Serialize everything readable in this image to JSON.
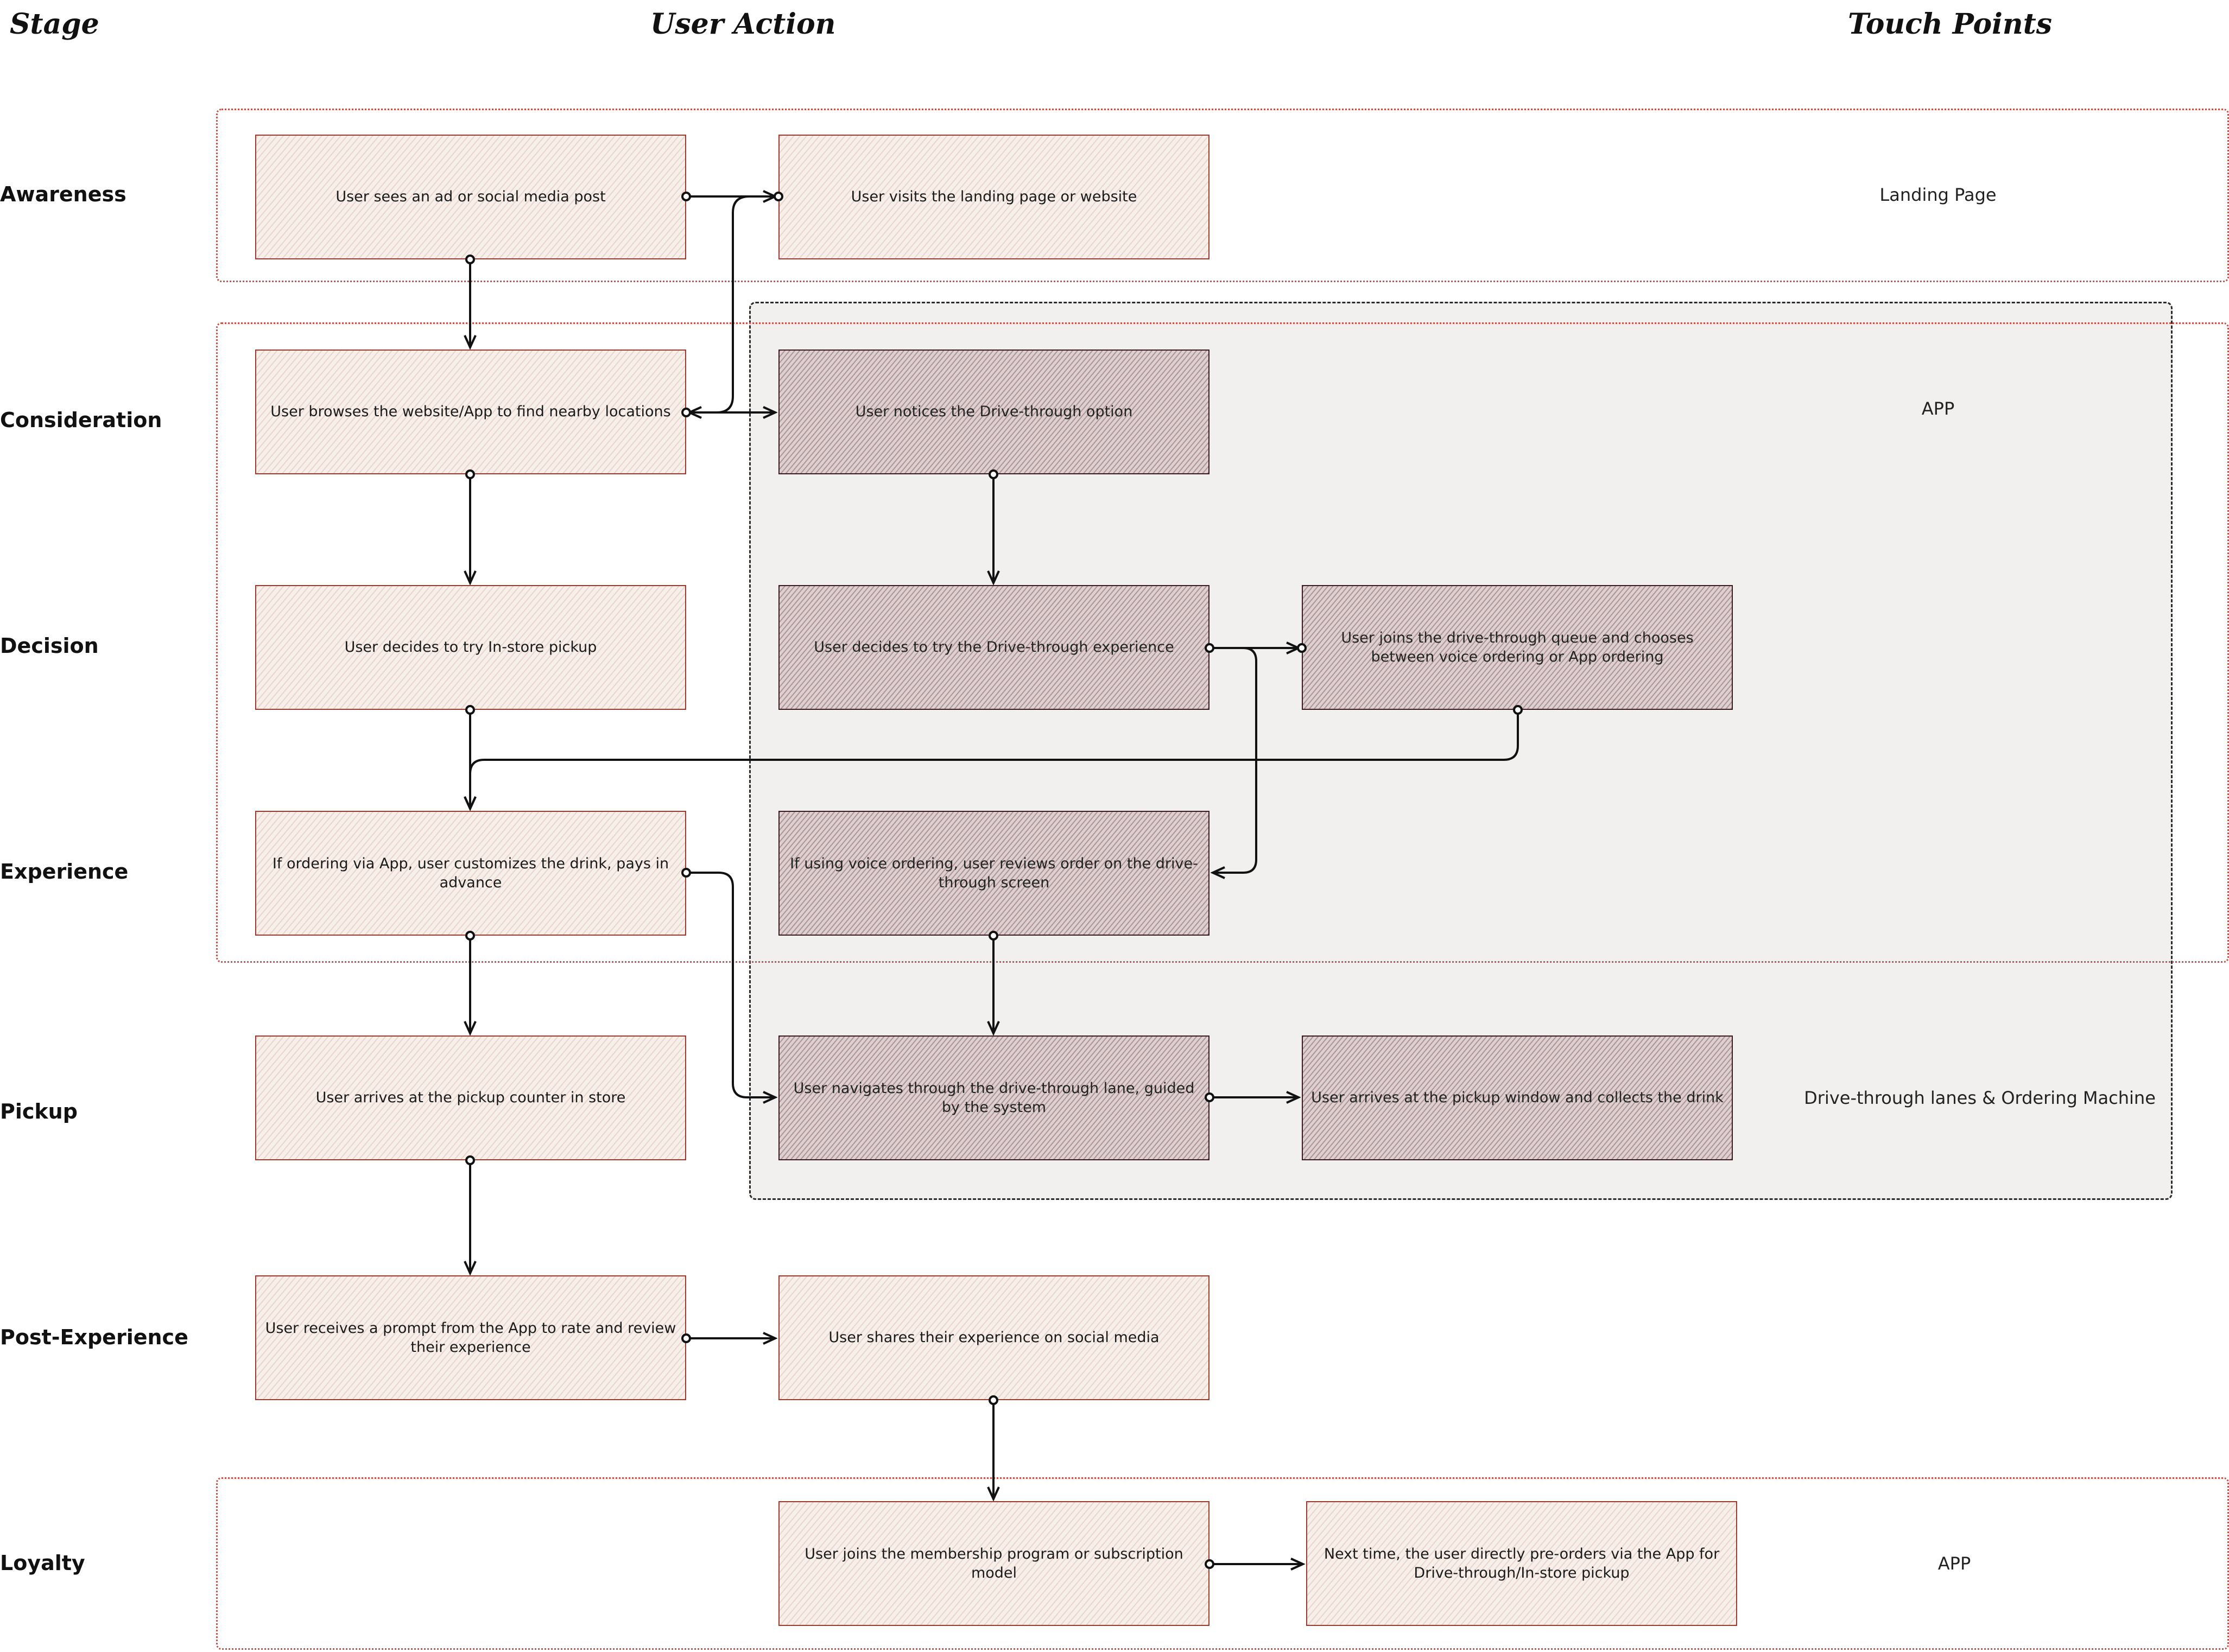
{
  "headers": {
    "stage": "Stage",
    "user_action": "User Action",
    "touch_points": "Touch Points"
  },
  "stages": [
    {
      "id": "awareness",
      "label": "Awareness"
    },
    {
      "id": "consideration",
      "label": "Consideration"
    },
    {
      "id": "decision",
      "label": "Decision"
    },
    {
      "id": "experience",
      "label": "Experience"
    },
    {
      "id": "pickup",
      "label": "Pickup"
    },
    {
      "id": "post-experience",
      "label": "Post-Experience"
    },
    {
      "id": "loyalty",
      "label": "Loyalty"
    }
  ],
  "touch_points": {
    "landing_page": "Landing Page",
    "app": "APP",
    "drive_through": "Drive-through lanes & Ordering Machine",
    "loyalty_app": "APP"
  },
  "nodes": {
    "see_ad": "User sees an ad or social media post",
    "visit_landing": "User visits the landing page or website",
    "browse_locations": "User browses the website/App to find nearby locations",
    "notice_drive": "User notices the Drive-through option",
    "decide_instore": "User decides to try In-store pickup",
    "decide_drive": "User decides to try the Drive-through experience",
    "join_queue": "User joins the drive-through queue and chooses between voice ordering or App ordering",
    "app_customize": "If ordering via App, user customizes the drink, pays in advance",
    "voice_review": "If using voice ordering, user reviews order on the drive-through screen",
    "arrive_counter": "User arrives at the pickup counter in store",
    "navigate_lane": "User navigates through the drive-through lane, guided by the system",
    "arrive_window": "User arrives at the pickup window and collects the drink",
    "prompt_review": "User receives a prompt from the App to rate and review their experience",
    "share_social": "User shares their experience on social media",
    "join_membership": "User joins the membership program or subscription model",
    "preorder_next": "Next time, the user directly pre-orders via the App for Drive-through/In-store pickup"
  },
  "colors": {
    "light_box_border": "#9e3b30",
    "dark_box_border": "#3a1c20",
    "group_border": "#c0524a",
    "drive_zone_fill": "#f1f0ef",
    "connector": "#111111"
  }
}
